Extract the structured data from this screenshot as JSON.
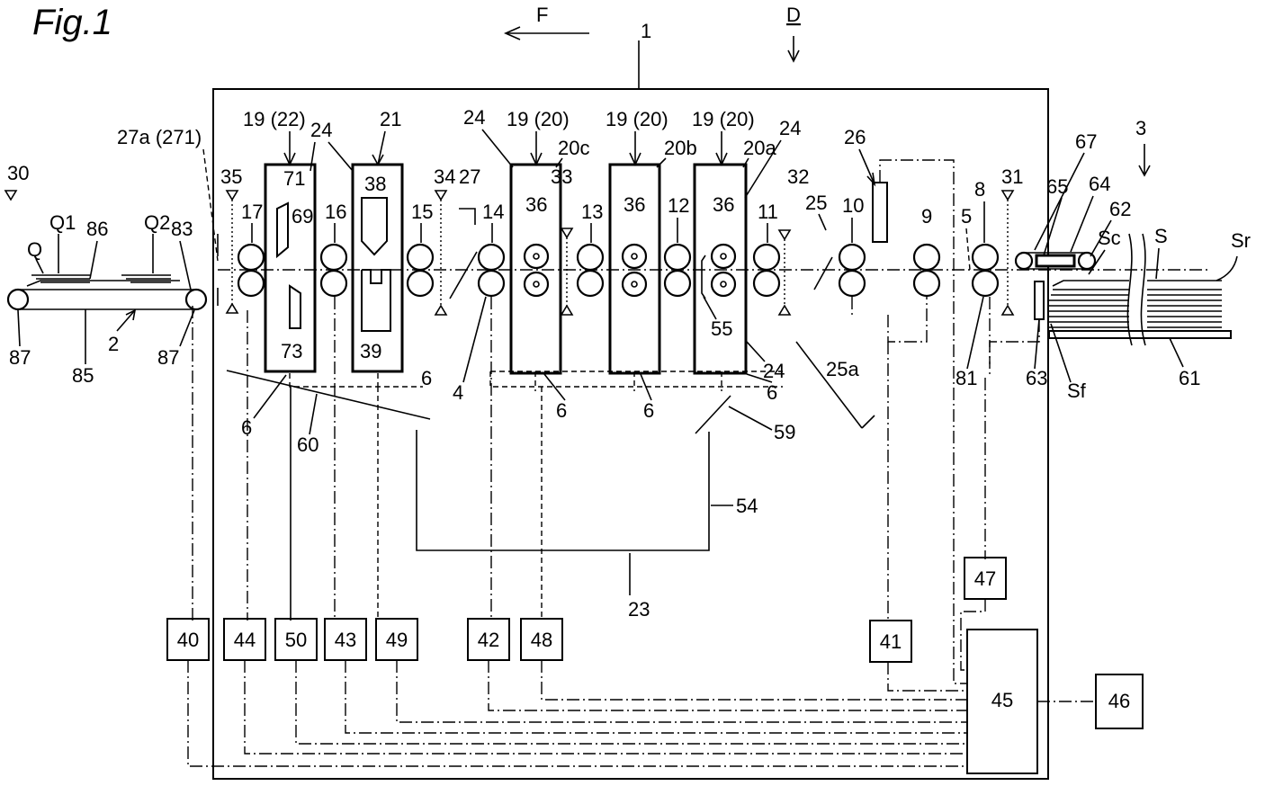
{
  "figure": {
    "title": "Fig.1",
    "labels": {
      "F": "F",
      "D": "D",
      "n1": "1",
      "n2": "2",
      "n3": "3",
      "n4": "4",
      "n5": "5",
      "n6": "6",
      "n8": "8",
      "n9": "9",
      "n10": "10",
      "n11": "11",
      "n12": "12",
      "n13": "13",
      "n14": "14",
      "n15": "15",
      "n16": "16",
      "n17": "17",
      "n19_22": "19 (22)",
      "n19_20": "19 (20)",
      "n20a": "20a",
      "n20b": "20b",
      "n20c": "20c",
      "n21": "21",
      "n23": "23",
      "n24": "24",
      "n25": "25",
      "n25a": "25a",
      "n26": "26",
      "n27": "27",
      "n27a": "27a (271)",
      "n30": "30",
      "n31": "31",
      "n32": "32",
      "n33": "33",
      "n34": "34",
      "n35": "35",
      "n36": "36",
      "n38": "38",
      "n39": "39",
      "n40": "40",
      "n41": "41",
      "n42": "42",
      "n43": "43",
      "n44": "44",
      "n45": "45",
      "n46": "46",
      "n47": "47",
      "n48": "48",
      "n49": "49",
      "n50": "50",
      "n54": "54",
      "n55": "55",
      "n59": "59",
      "n60": "60",
      "n61": "61",
      "n62": "62",
      "n63": "63",
      "n64": "64",
      "n65": "65",
      "n67": "67",
      "n69": "69",
      "n71": "71",
      "n73": "73",
      "n81": "81",
      "n83": "83",
      "n85": "85",
      "n86": "86",
      "n87": "87",
      "Q": "Q",
      "Q1": "Q1",
      "Q2": "Q2",
      "S": "S",
      "Sc": "Sc",
      "Sf": "Sf",
      "Sr": "Sr"
    }
  }
}
